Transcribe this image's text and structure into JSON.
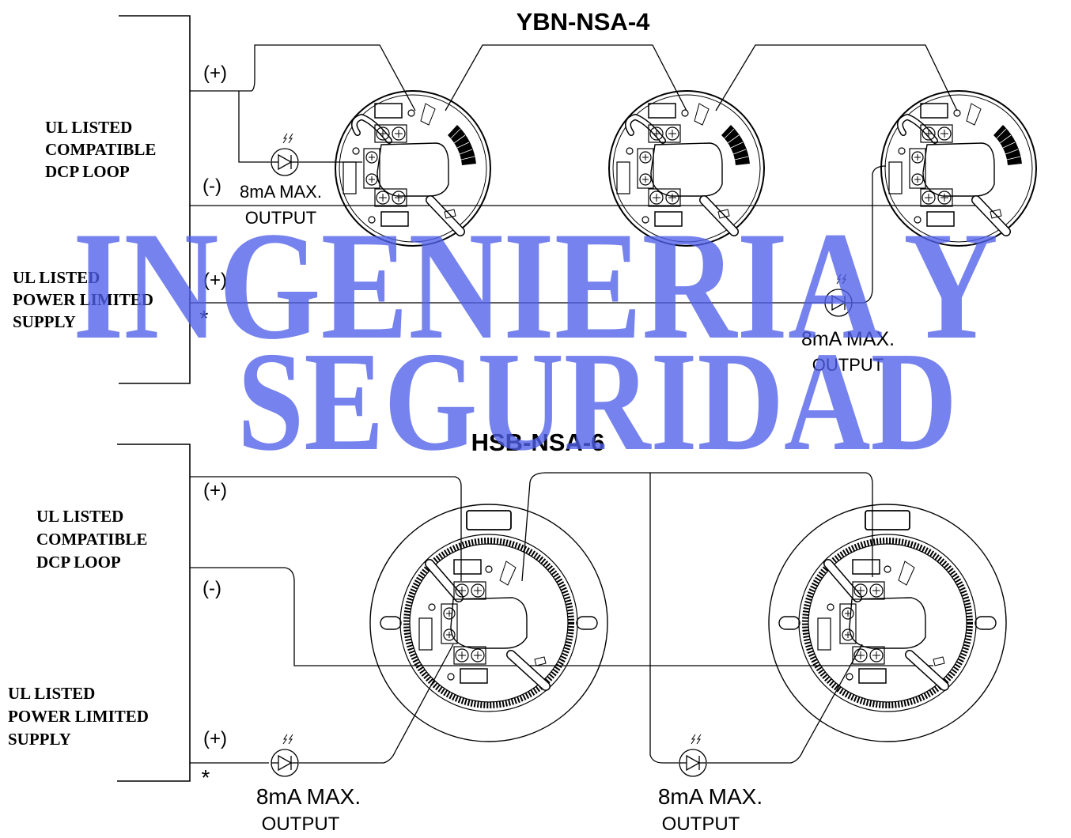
{
  "top_section": {
    "title": "YBN-NSA-4",
    "loop_label": [
      "UL LISTED",
      "COMPATIBLE",
      "DCP LOOP"
    ],
    "supply_label": [
      "UL LISTED",
      "POWER LIMITED",
      "SUPPLY"
    ],
    "plus_loop": "(+)",
    "minus_loop": "(-)",
    "plus_supply": "(+)",
    "asterisk": "*",
    "led_left": {
      "line1": "8mA MAX.",
      "line2": "OUTPUT"
    },
    "led_right": {
      "line1": "8mA MAX.",
      "line2": "OUTPUT"
    }
  },
  "bottom_section": {
    "title": "HSB-NSA-6",
    "loop_label": [
      "UL LISTED",
      "COMPATIBLE",
      "DCP LOOP"
    ],
    "supply_label": [
      "UL LISTED",
      "POWER LIMITED",
      "SUPPLY"
    ],
    "plus_loop": "(+)",
    "minus_loop": "(-)",
    "plus_supply": "(+)",
    "asterisk": "*",
    "led_left": {
      "line1": "8mA MAX.",
      "line2": "OUTPUT"
    },
    "led_right": {
      "line1": "8mA MAX.",
      "line2": "OUTPUT"
    }
  },
  "watermark": {
    "line1": "INGENIERIA Y",
    "line2": "SEGURIDAD",
    "color": "#4f5fe8"
  },
  "icons": {
    "detector_base": "detector-base-icon",
    "led": "remote-led-icon"
  }
}
